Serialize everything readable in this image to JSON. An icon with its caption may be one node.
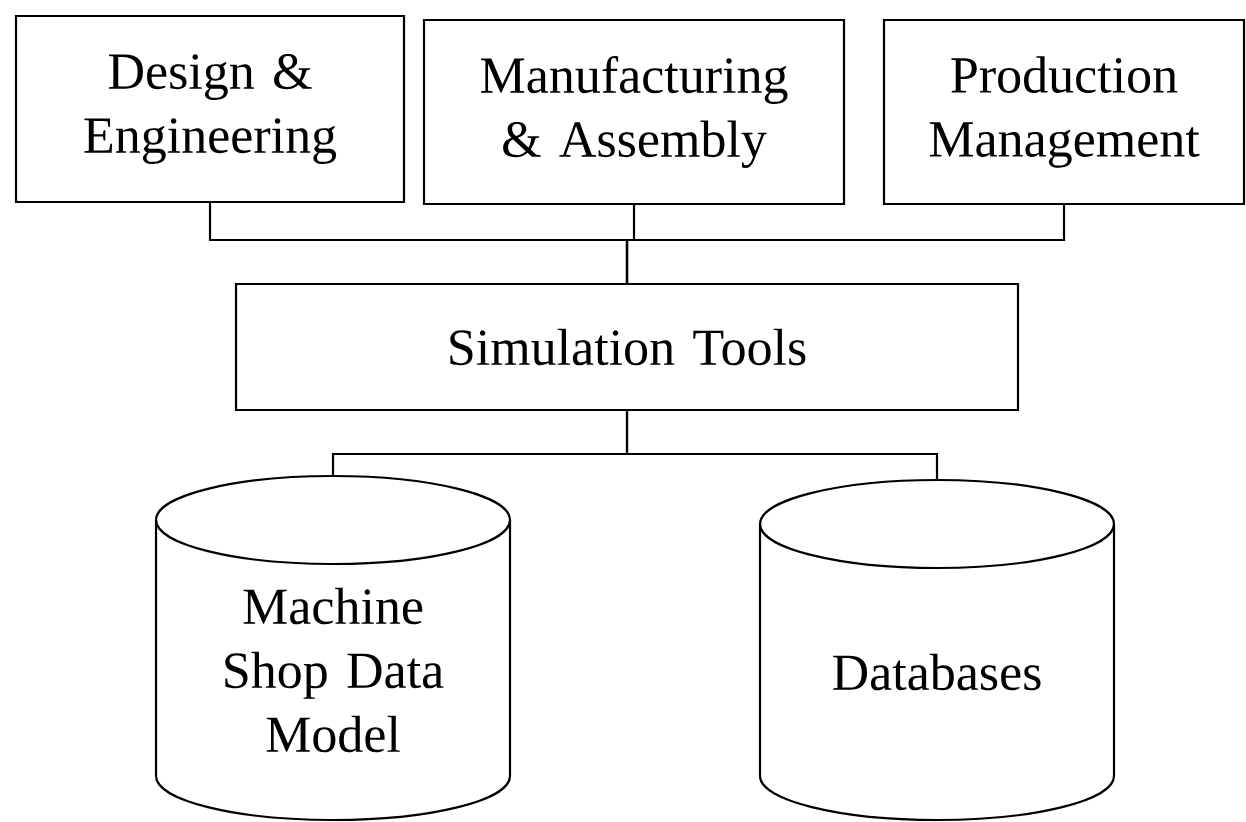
{
  "diagram": {
    "nodes": [
      {
        "text": [
          "Design & Engineering"
        ]
      },
      {
        "text": [
          "Manufacturing & Assembly"
        ]
      },
      {
        "text": [
          "Production Management"
        ]
      },
      {
        "text": [
          "Simulation Tools"
        ]
      },
      {
        "text": [
          "Machine Shop Data Model"
        ]
      },
      {
        "text": [
          "Databases"
        ]
      }
    ],
    "edges": [
      {
        "from": 0,
        "to": 3,
        "arrow": "none"
      },
      {
        "from": 1,
        "to": 3,
        "arrow": "none"
      },
      {
        "from": 2,
        "to": 3,
        "arrow": "none"
      },
      {
        "from": 3,
        "to": 4,
        "arrow": "none"
      },
      {
        "from": 3,
        "to": 5,
        "arrow": "none"
      }
    ]
  }
}
